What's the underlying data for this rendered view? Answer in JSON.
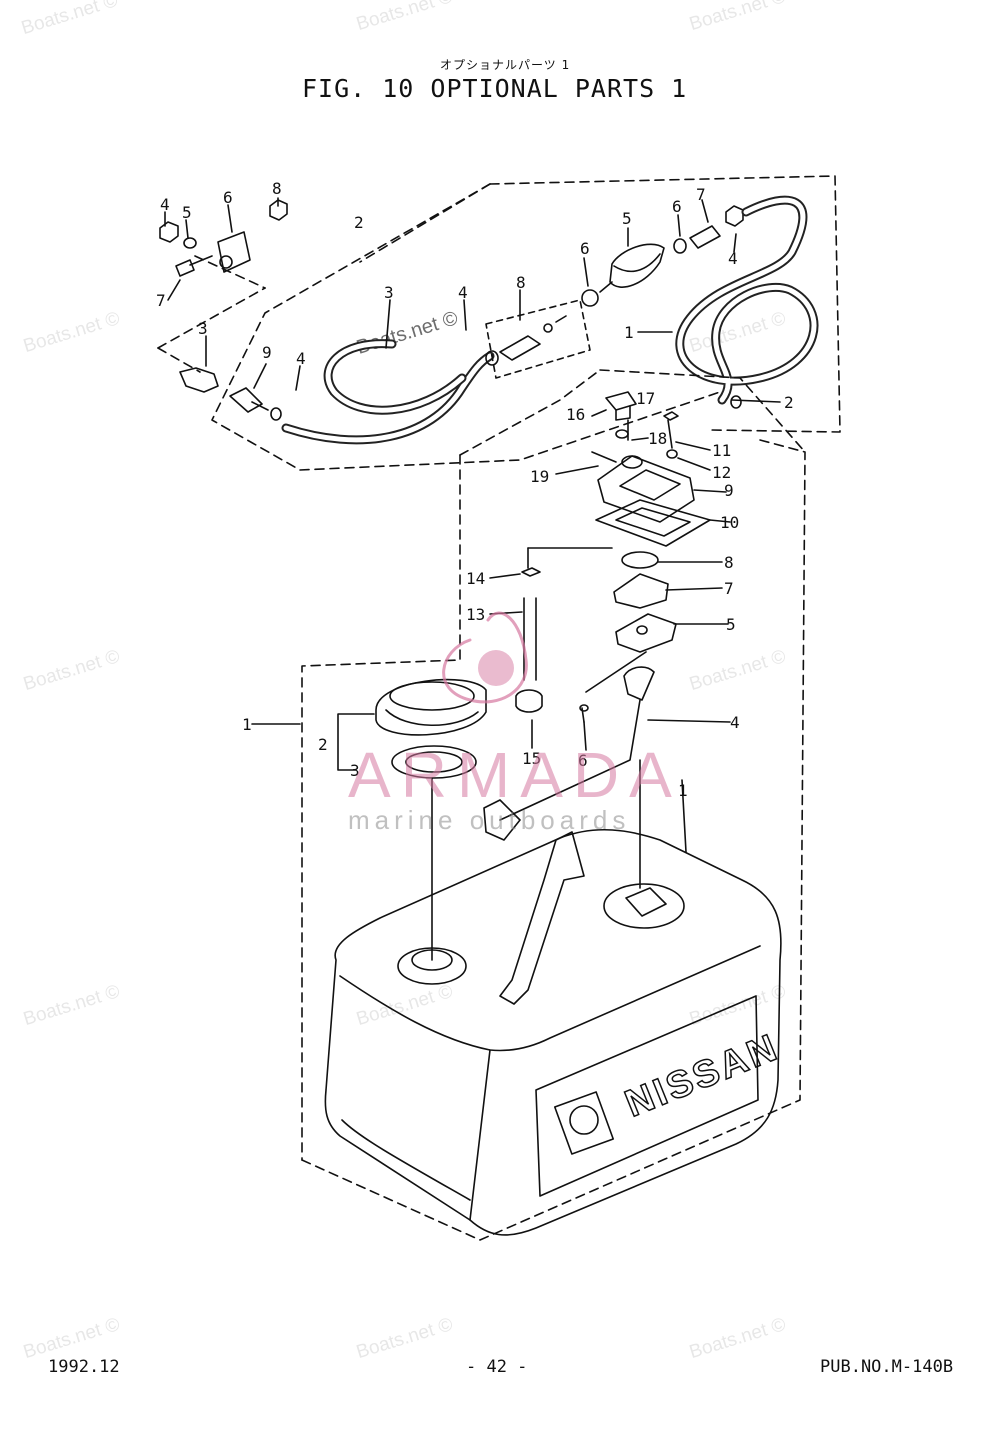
{
  "header": {
    "japanese_title": "オプショナルパーツ 1",
    "title": "FIG. 10   OPTIONAL PARTS 1"
  },
  "footer": {
    "date": "1992.12",
    "page_number": "- 42 -",
    "publication": "PUB.NO.M-140B"
  },
  "watermarks": {
    "boats_net": "Boats.net ©",
    "logo_brand": "ARMADA",
    "logo_sub": "marine outboards"
  },
  "tank_brand": "NISSAN",
  "callouts": {
    "fuel_line": [
      "4",
      "5",
      "6",
      "8",
      "2",
      "7",
      "3",
      "9",
      "3",
      "4",
      "8",
      "4",
      "6",
      "7",
      "6",
      "5",
      "1",
      "2",
      "4"
    ],
    "fuel_tank": [
      "16",
      "17",
      "18",
      "11",
      "12",
      "19",
      "9",
      "10",
      "8",
      "14",
      "7",
      "13",
      "5",
      "4",
      "1",
      "2",
      "3",
      "15",
      "6",
      "1"
    ]
  }
}
